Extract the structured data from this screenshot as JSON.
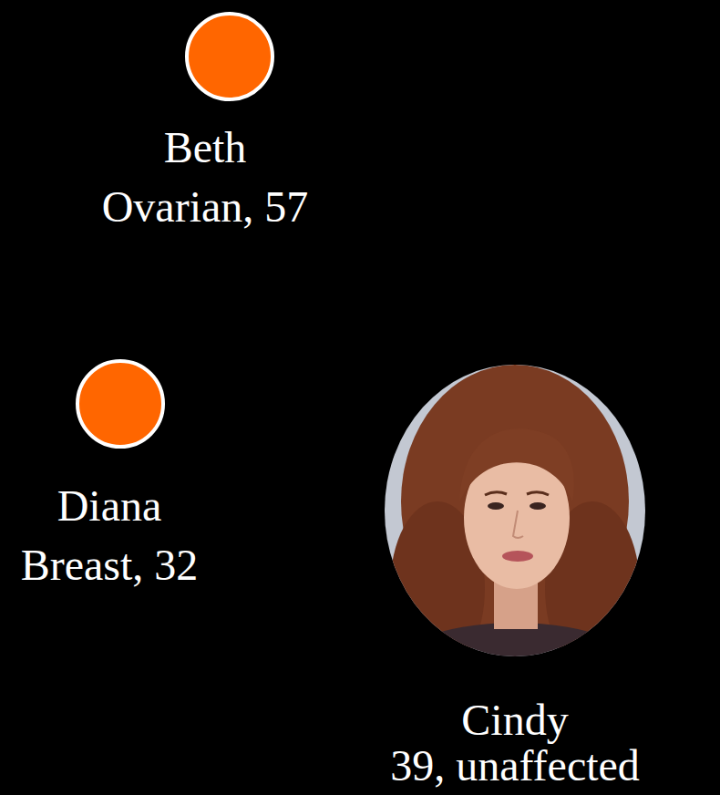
{
  "diagram": {
    "nodes": [
      {
        "text": [
          "Beth",
          "Ovarian, 57"
        ]
      },
      {
        "text": [
          "Diana",
          "Breast, 32"
        ]
      },
      {
        "text": [
          "Cindy",
          "39, unaffected"
        ]
      }
    ],
    "edges": [
      {
        "from": 0,
        "to": 1,
        "arrow": "none"
      },
      {
        "from": 0,
        "to": 2,
        "arrow": "none"
      }
    ]
  }
}
